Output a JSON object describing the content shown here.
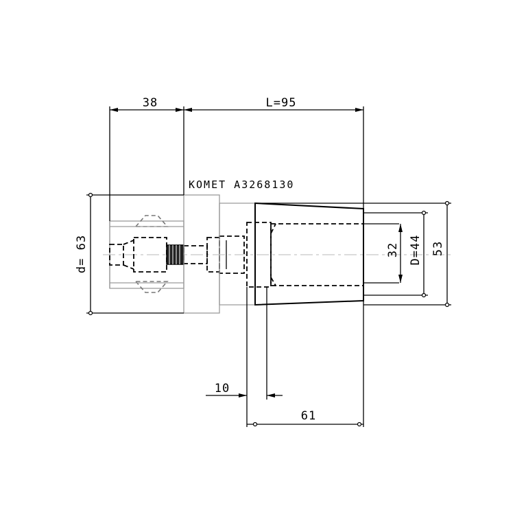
{
  "drawing": {
    "label": "KOMET A3268130",
    "dimensions": {
      "left_length": "38",
      "total_length": "L=95",
      "shank_diameter": "d= 63",
      "bore_32": "32",
      "bore_D": "D=44",
      "outer_53": "53",
      "offset_10": "10",
      "length_61": "61"
    },
    "line_color": "#000000",
    "faint_color": "#9a9a9a"
  }
}
